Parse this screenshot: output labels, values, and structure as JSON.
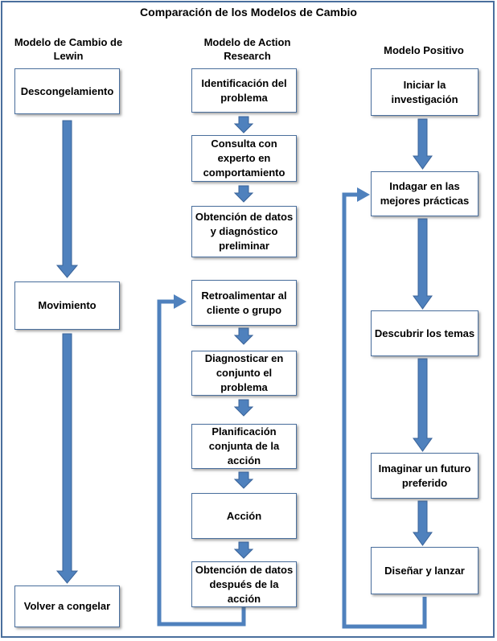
{
  "title": "Comparación de los Modelos de Cambio",
  "columns": [
    {
      "heading": "Modelo de Cambio de Lewin",
      "steps": [
        "Descongelamiento",
        "Movimiento",
        "Volver a congelar"
      ]
    },
    {
      "heading": "Modelo de Action Research",
      "steps": [
        "Identificación del problema",
        "Consulta con experto en comportamiento",
        "Obtención de datos y diagnóstico preliminar",
        "Retroalimentar al cliente o grupo",
        "Diagnosticar en conjunto el problema",
        "Planificación conjunta de la acción",
        "Acción",
        "Obtención de datos después de la acción"
      ]
    },
    {
      "heading": "Modelo Positivo",
      "steps": [
        "Iniciar la investigación",
        "Indagar en las mejores prácticas",
        "Descubrir los temas",
        "Imaginar un futuro preferido",
        "Diseñar y lanzar"
      ]
    }
  ],
  "colors": {
    "border": "#4a6f9d",
    "arrow": "#4f81bd",
    "arrow_outline": "#3a6399"
  }
}
